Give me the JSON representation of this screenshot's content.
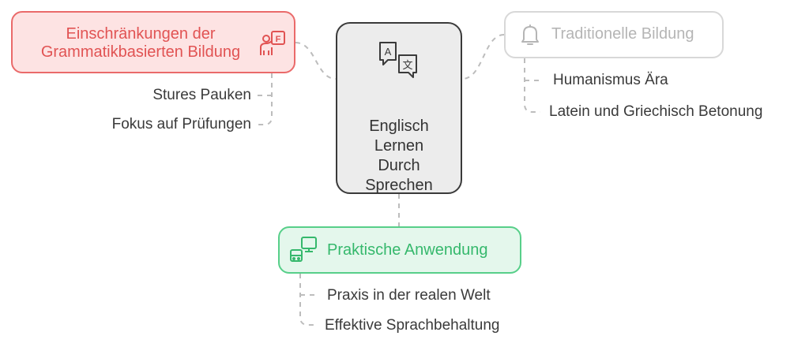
{
  "center": {
    "label_lines": [
      "Englisch",
      "Lernen",
      "Durch",
      "Sprechen"
    ],
    "icon": "translate-icon"
  },
  "left_topic": {
    "title_lines": [
      "Einschränkungen der",
      "Grammatikbasierten Bildung"
    ],
    "icon": "teacher-board-icon",
    "items": [
      "Stures Pauken",
      "Fokus auf Prüfungen"
    ]
  },
  "right_topic": {
    "title": "Traditionelle Bildung",
    "icon": "bell-icon",
    "items": [
      "Humanismus Ära",
      "Latein und Griechisch Betonung"
    ]
  },
  "bottom_topic": {
    "title": "Praktische Anwendung",
    "icon": "computer-icon",
    "items": [
      "Praxis in der realen Welt",
      "Effektive Sprachbehaltung"
    ]
  },
  "colors": {
    "red": "#e15353",
    "red_fill": "#fde3e3",
    "green": "#35b86c",
    "green_fill": "#e4f7ec",
    "gray": "#b5b5b5",
    "center_fill": "#ececec",
    "connector": "#bdbdbd"
  }
}
